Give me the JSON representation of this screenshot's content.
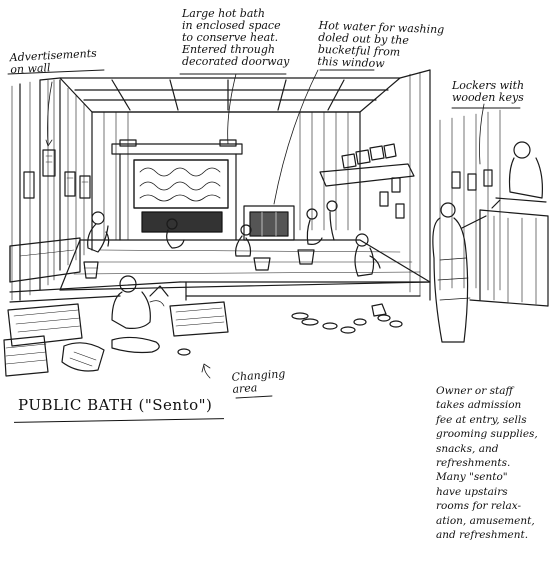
{
  "title": "PUBLIC BATH (\"Sento\")",
  "annotations": {
    "advertisements": "Advertisements\non wall",
    "hot_bath": "Large hot bath\nin enclosed space\nto conserve heat.\nEntered through\ndecorated doorway",
    "hot_water": "Hot water for washing\ndoled out by the\nbucketful from\nthis window",
    "lockers": "Lockers with\nwooden keys",
    "changing_area": "Changing\narea",
    "owner_staff": "Owner or staff\ntakes admission\nfee at entry, sells\ngrooming supplies,\nsnacks, and\nrefreshments.\nMany \"sento\"\nhave upstairs\nrooms for relax-\nation, amusement,\nand refreshment."
  }
}
